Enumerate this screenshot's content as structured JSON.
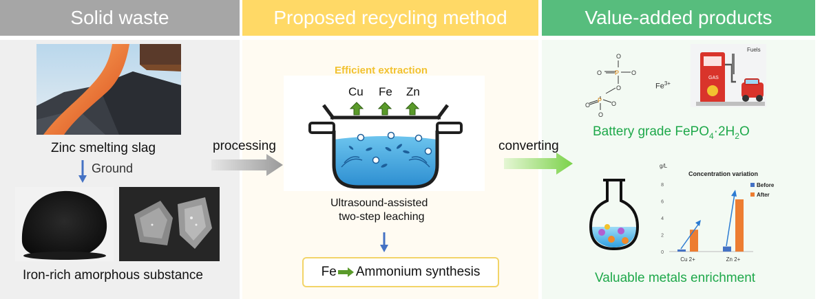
{
  "headers": {
    "solid_waste": "Solid waste",
    "proposed_method": "Proposed recycling method",
    "value_added": "Value-added products"
  },
  "left": {
    "slag_label": "Zinc smelting slag",
    "ground_label": "Ground",
    "substance_label": "Iron-rich amorphous substance"
  },
  "arrows": {
    "processing": "processing",
    "converting": "converting"
  },
  "middle": {
    "efficient_extraction": "Efficient  extraction",
    "metals": [
      "Cu",
      "Fe",
      "Zn"
    ],
    "leaching_line1": "Ultrasound-assisted",
    "leaching_line2": "two-step  leaching",
    "synthesis_fe": "Fe",
    "synthesis_text": "Ammonium  synthesis"
  },
  "right": {
    "fuels_label": "Fuels",
    "gas_label": "GAS",
    "fe3_label": "Fe",
    "fe3_sup": "3+",
    "battery_grade": "Battery grade FePO",
    "battery_sub4": "4",
    "battery_dot": "·2H",
    "battery_sub2": "2",
    "battery_o": "O",
    "enrichment": "Valuable metals enrichment",
    "phosphate_atoms": [
      "O",
      "O",
      "P",
      "O",
      "O",
      "P",
      "O",
      "O",
      "O"
    ]
  },
  "colors": {
    "header_gray": "#a6a6a6",
    "header_yellow": "#ffd966",
    "header_green": "#57bd7d",
    "title_yellow": "#f2c230",
    "value_green": "#1ea84a",
    "bar_blue": "#4472c4",
    "bar_orange": "#ed7d31"
  },
  "chart_data": {
    "type": "bar",
    "title": "Concentration variation",
    "ylabel": "g/L",
    "categories": [
      "Cu 2+",
      "Zn 2+"
    ],
    "series": [
      {
        "name": "Before",
        "values": [
          0.25,
          0.6
        ]
      },
      {
        "name": "After",
        "values": [
          2.6,
          6.2
        ]
      }
    ],
    "ylim": [
      0,
      8
    ],
    "yticks": [
      "0",
      "2",
      "4",
      "6",
      "8"
    ]
  }
}
